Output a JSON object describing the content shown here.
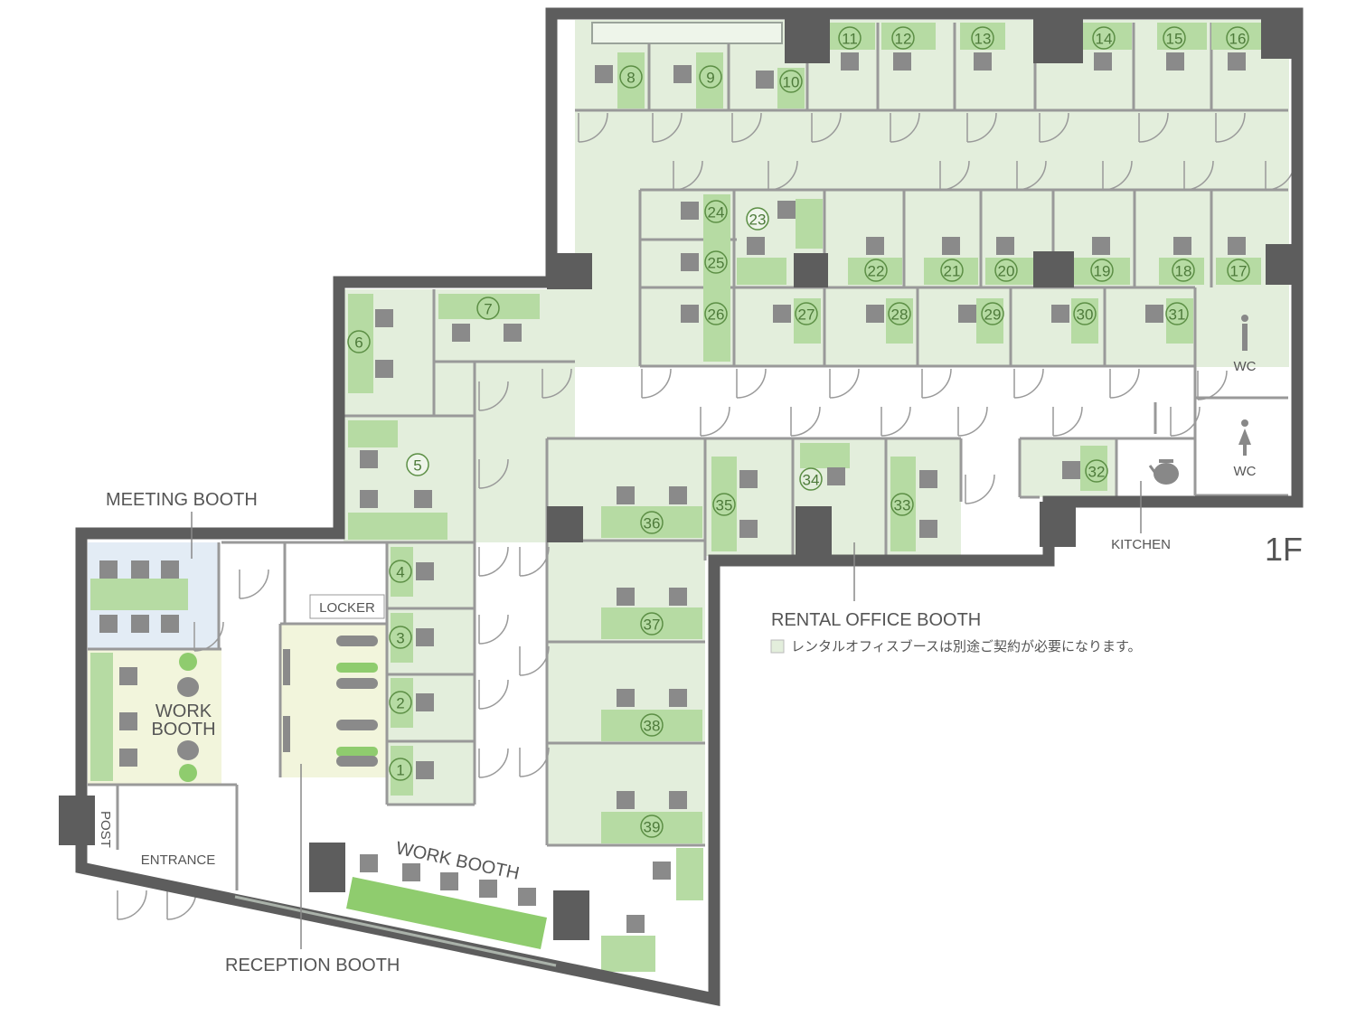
{
  "floor": "1F",
  "labels": {
    "meeting_booth": "MEETING BOOTH",
    "work_booth_left_1": "WORK",
    "work_booth_left_2": "BOOTH",
    "locker": "LOCKER",
    "post": "POST",
    "entrance": "ENTRANCE",
    "work_booth_bottom": "WORK BOOTH",
    "reception_booth": "RECEPTION BOOTH",
    "rental_office_booth": "RENTAL OFFICE BOOTH",
    "wc_male": "WC",
    "wc_female": "WC",
    "kitchen": "KITCHEN"
  },
  "legend": {
    "note": "レンタルオフィスブースは別途ご契約が必要になります。"
  },
  "booths": [
    "1",
    "2",
    "3",
    "4",
    "5",
    "6",
    "7",
    "8",
    "9",
    "10",
    "11",
    "12",
    "13",
    "14",
    "15",
    "16",
    "17",
    "18",
    "19",
    "20",
    "21",
    "22",
    "23",
    "24",
    "25",
    "26",
    "27",
    "28",
    "29",
    "30",
    "31",
    "32",
    "33",
    "34",
    "35",
    "36",
    "37",
    "38",
    "39"
  ],
  "colors": {
    "wall": "#5d5d5d",
    "room": "#e3eedc",
    "desk": "#b6dba3",
    "accent": "#8fcc6e",
    "chair": "#8a8a8a",
    "meeting": "#e3ecf5",
    "work": "#f2f5dc"
  }
}
